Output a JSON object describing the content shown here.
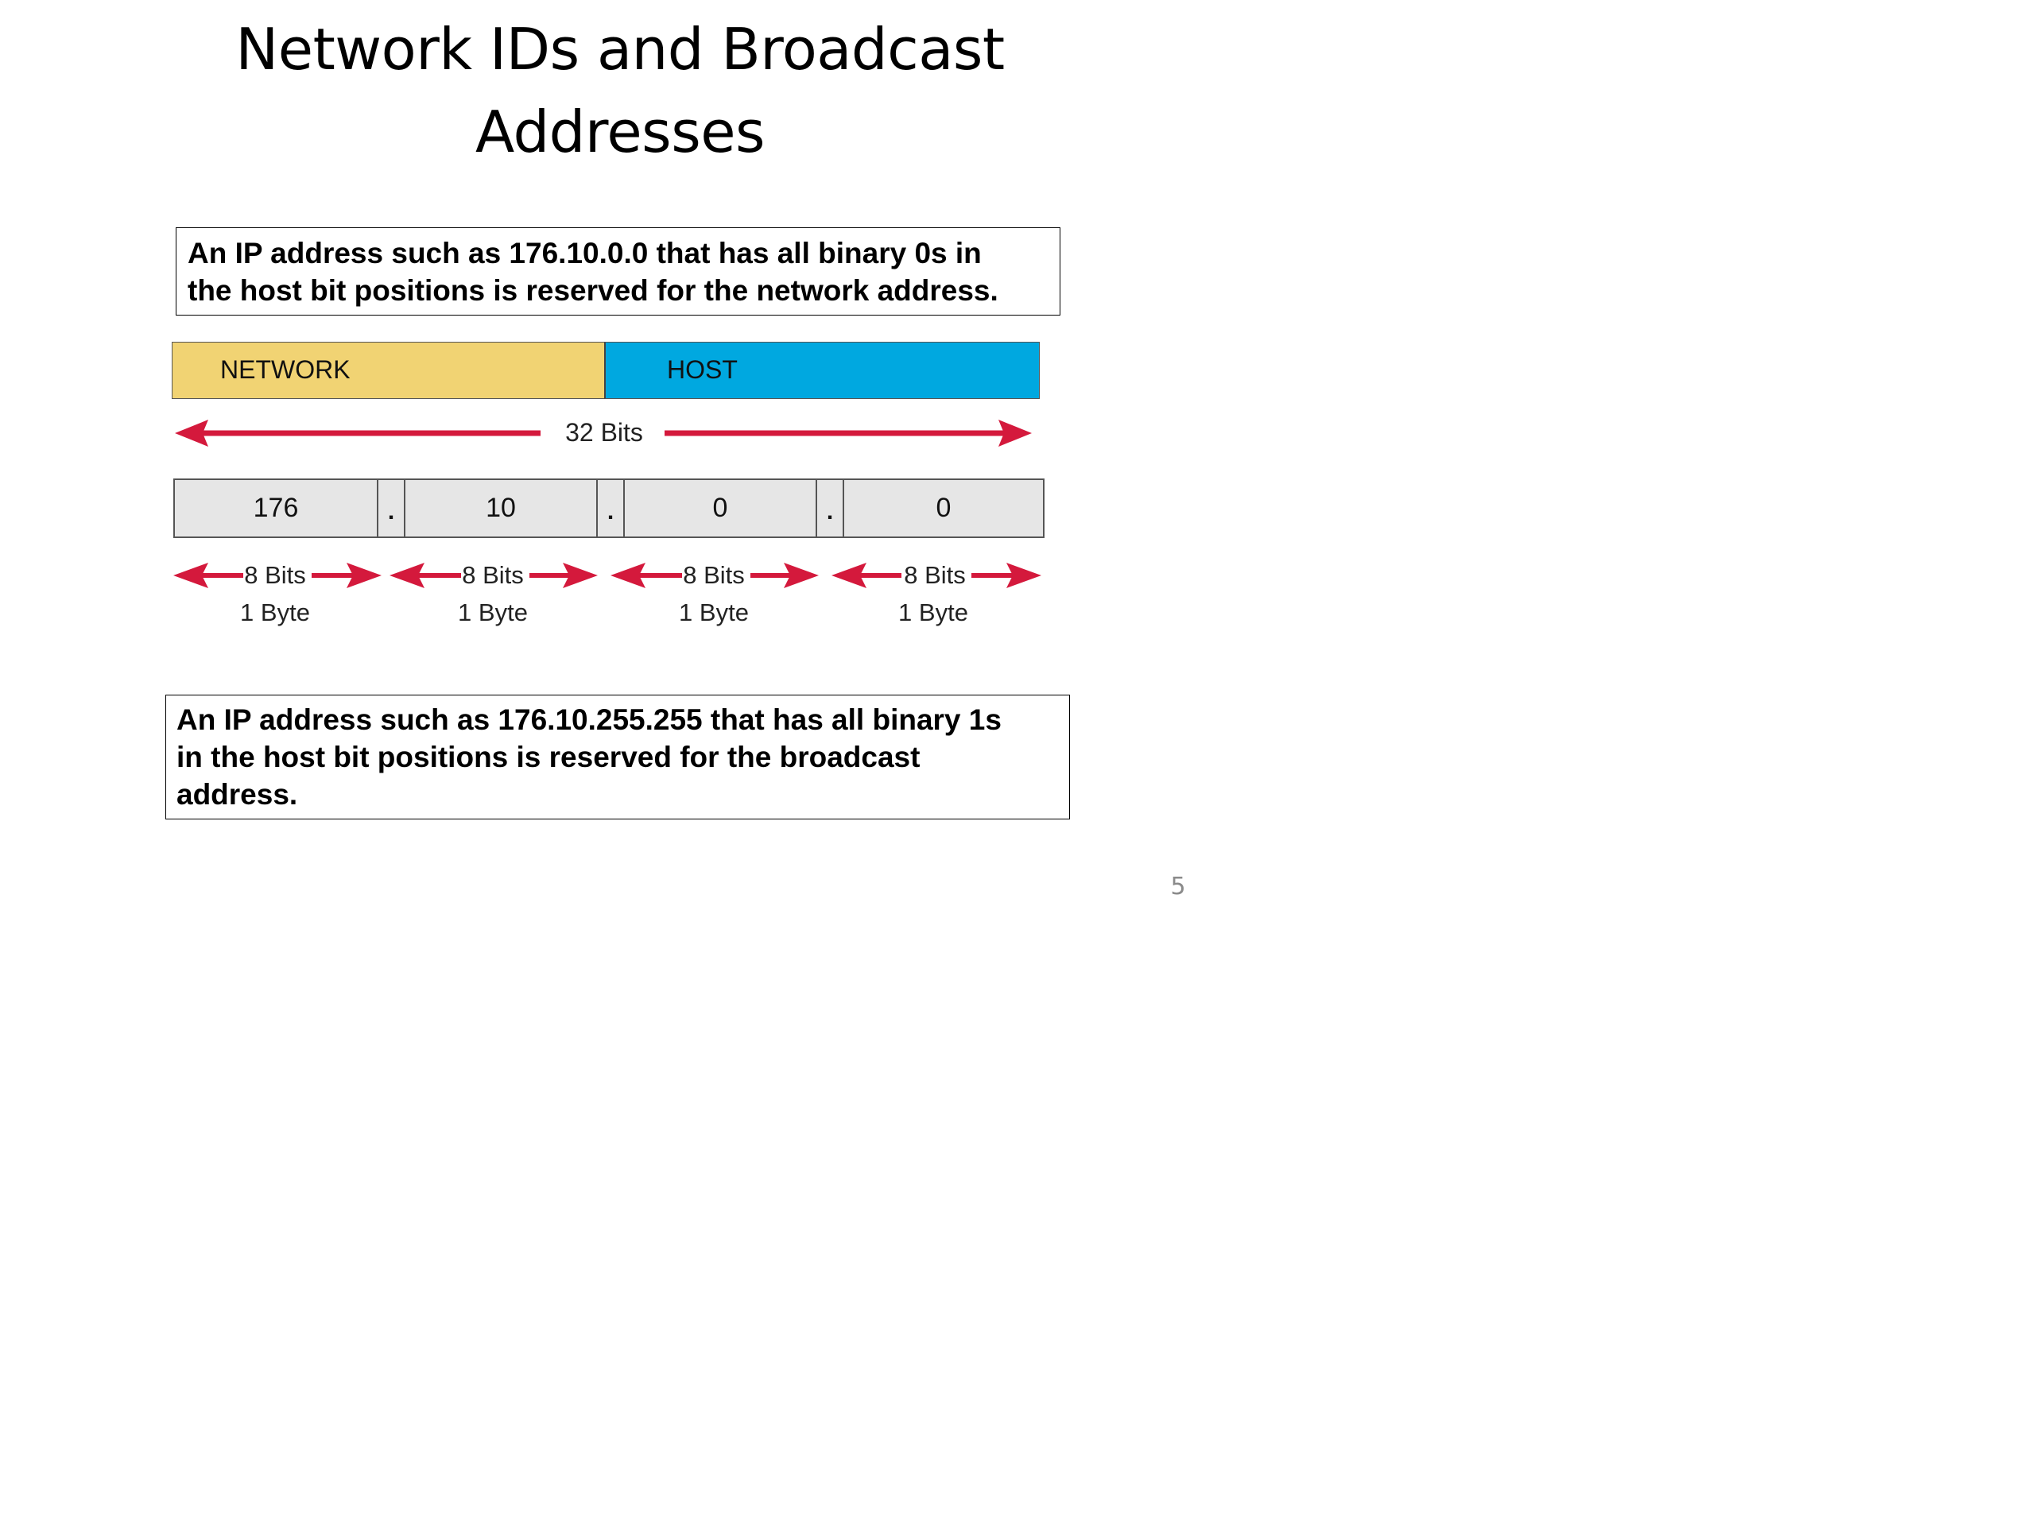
{
  "slide": {
    "title_line1": "Network IDs and Broadcast",
    "title_line2": "Addresses",
    "note_top_line1": "An IP address such as 176.10.0.0 that has all binary 0s in",
    "note_top_line2": "the host bit positions is reserved for the network address.",
    "note_bottom_line1": "An IP address such as 176.10.255.255 that has all binary 1s",
    "note_bottom_line2": "in the host bit positions is reserved for the broadcast",
    "note_bottom_line3": "address.",
    "page_number": "5"
  },
  "diagram": {
    "network_label": "NETWORK",
    "host_label": "HOST",
    "total_bits_label": "32 Bits",
    "octets": [
      "176",
      "10",
      "0",
      "0"
    ],
    "separator": ".",
    "bits_label": "8 Bits",
    "byte_label": "1 Byte",
    "colors": {
      "network": "#f1d373",
      "host": "#00a8e0",
      "octet_bg": "#e6e6e6",
      "arrow": "#d4193c"
    }
  }
}
